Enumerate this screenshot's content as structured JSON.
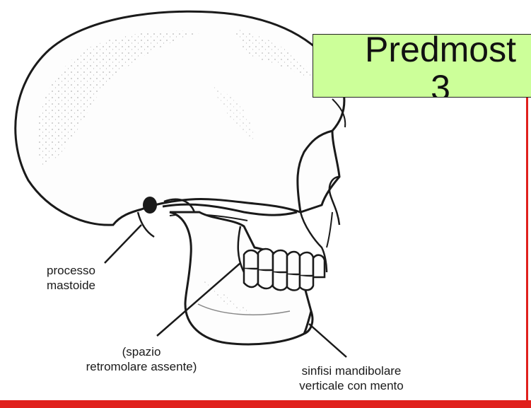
{
  "callout": {
    "line1": "Predmost",
    "line2": "3"
  },
  "labels": {
    "mastoid_line1": "processo",
    "mastoid_line2": "mastoide",
    "retromolar_line1": "(spazio",
    "retromolar_line2": "retromolare assente)",
    "symphysis_line1": "sinfisi mandibolare",
    "symphysis_line2": "verticale con mento"
  },
  "colors": {
    "callout_fill": "#ccff99",
    "frame_red": "#e0201c"
  }
}
